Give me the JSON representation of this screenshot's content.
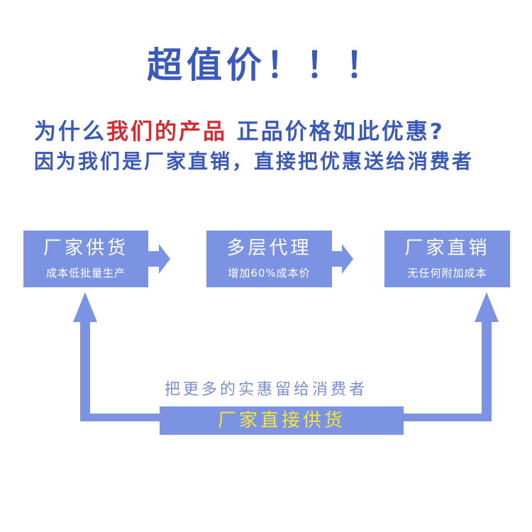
{
  "headline": "超值价！！！",
  "question": {
    "part1": "为什么",
    "highlight": "我们的产品",
    "part2": " 正品价格如此优惠?"
  },
  "answer": "因为我们是厂家直销，直接把优惠送给消费者",
  "boxes": [
    {
      "title": "厂家供货",
      "subtitle": "成本低批量生产"
    },
    {
      "title": "多层代理",
      "subtitle": "增加60%成本价"
    },
    {
      "title": "厂家直销",
      "subtitle": "无任何附加成本"
    }
  ],
  "caption": "把更多的实惠留给消费者",
  "bottom_box": "厂家直接供货",
  "colors": {
    "box_fill": "#7b93e2",
    "headline_text": "#3a59b8",
    "highlight_text": "#d32d33",
    "bottom_box_text": "#f5e63b"
  }
}
